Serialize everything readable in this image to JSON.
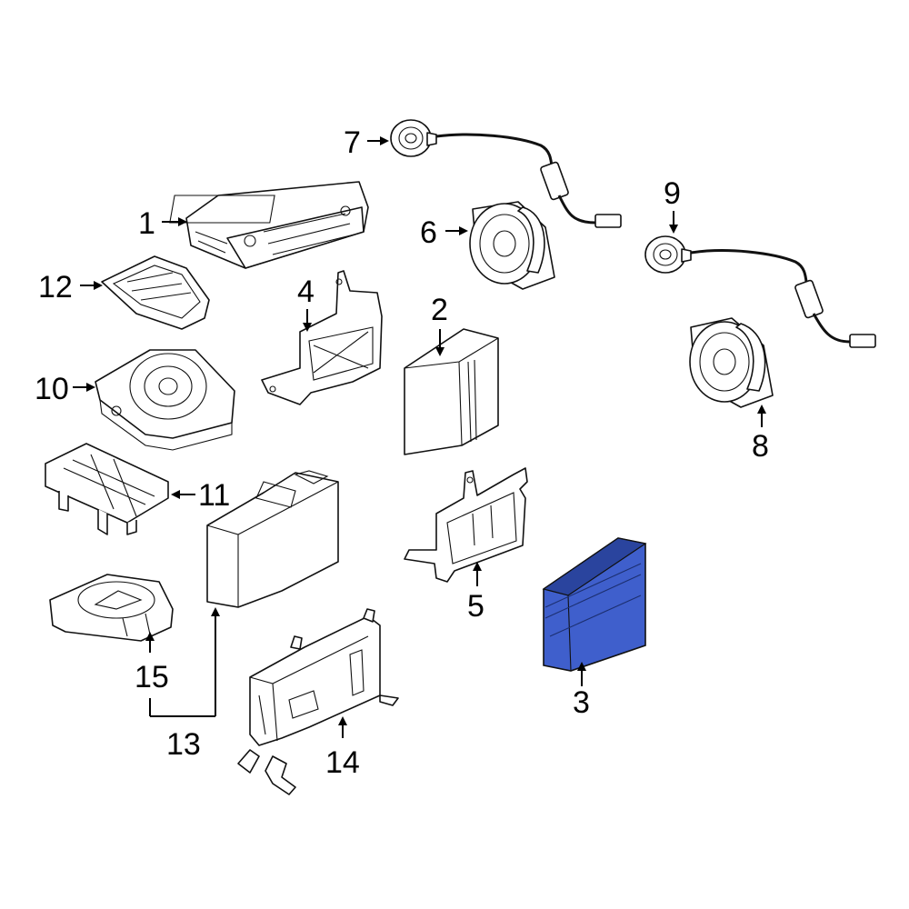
{
  "colors": {
    "highlight": "#3f5fcc",
    "highlight_dark": "#2a449e",
    "line": "#111111"
  },
  "callouts": {
    "c1": "1",
    "c2": "2",
    "c3": "3",
    "c4": "4",
    "c5": "5",
    "c6": "6",
    "c7": "7",
    "c8": "8",
    "c9": "9",
    "c10": "10",
    "c11": "11",
    "c12": "12",
    "c13": "13",
    "c14": "14",
    "c15": "15"
  }
}
